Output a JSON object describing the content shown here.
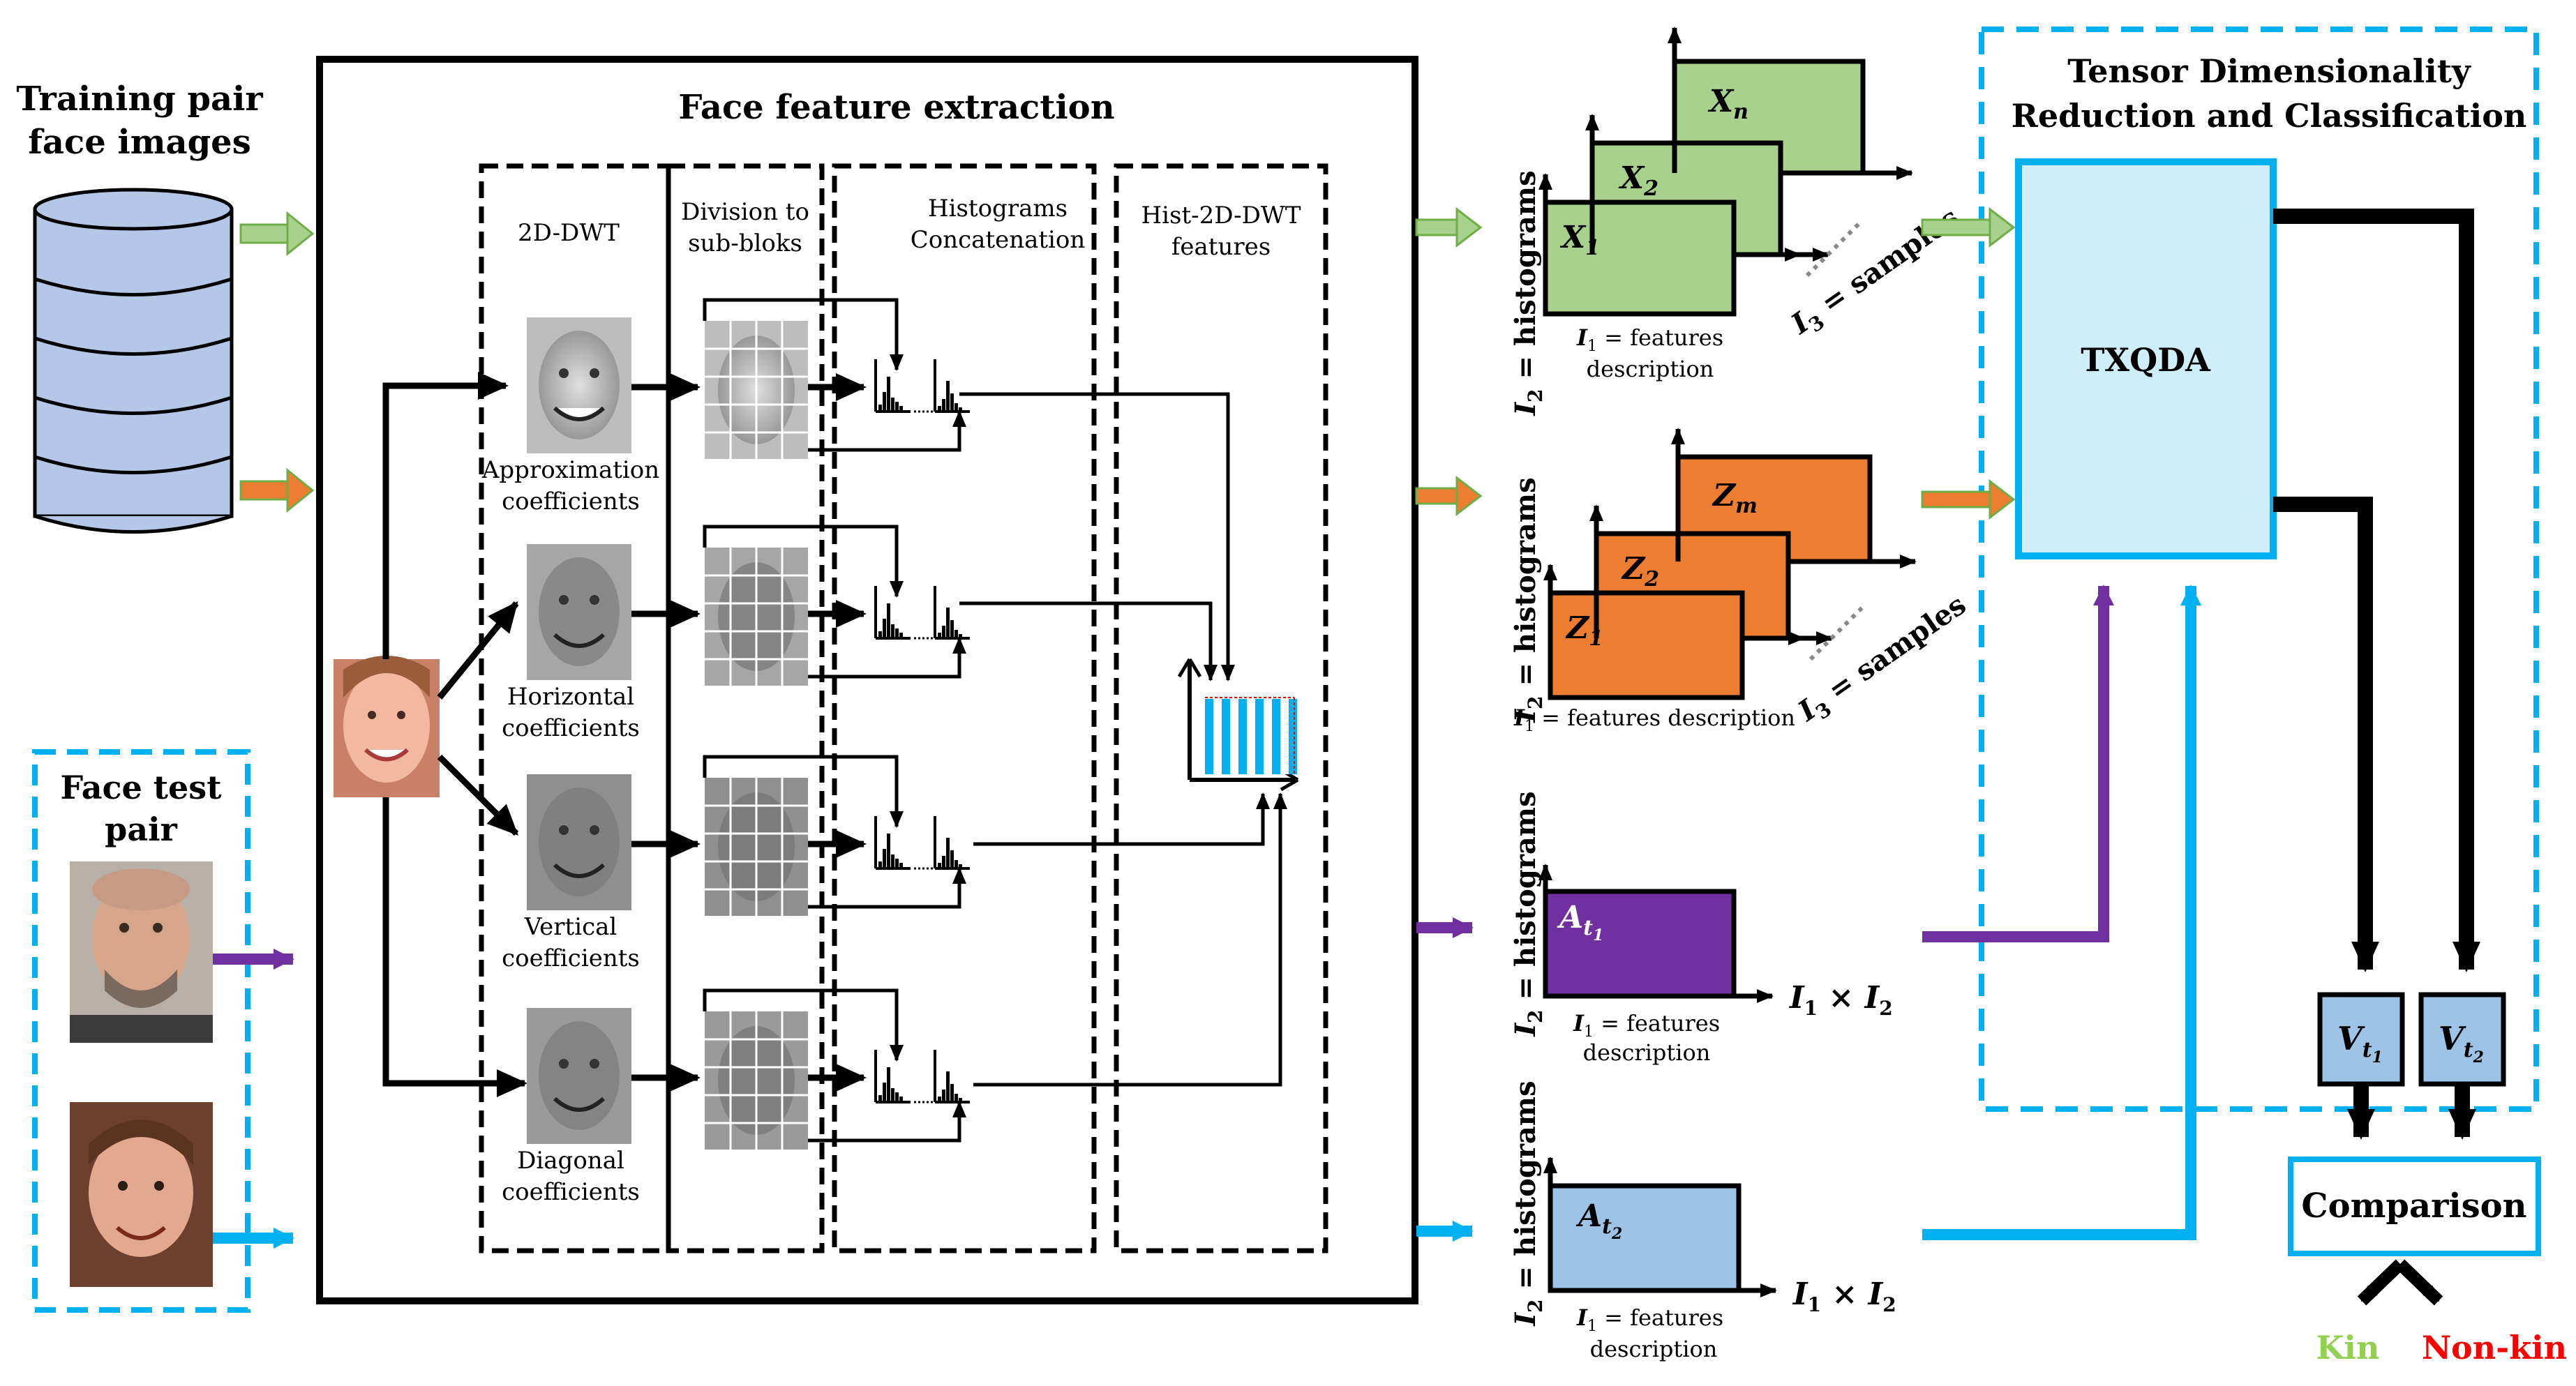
{
  "training": {
    "title_line1": "Training pair",
    "title_line2": "face images"
  },
  "test": {
    "title_line1": "Face test",
    "title_line2": "pair"
  },
  "extraction": {
    "title": "Face feature extraction",
    "col_dwt": "2D-DWT",
    "col_division_line1": "Division to",
    "col_division_line2": "sub-bloks",
    "col_hist_line1": "Histograms",
    "col_hist_line2": "Concatenation",
    "col_feat_line1": "Hist-2D-DWT",
    "col_feat_line2": "features",
    "coefficients": [
      {
        "line1": "Approximation",
        "line2": "coefficients"
      },
      {
        "line1": "Horizontal",
        "line2": "coefficients"
      },
      {
        "line1": "Vertical",
        "line2": "coefficients"
      },
      {
        "line1": "Diagonal",
        "line2": "coefficients"
      }
    ]
  },
  "tensors": {
    "i2_label": "I",
    "i2_sub": "2",
    "i2_text": " = histograms",
    "i1_label": "I",
    "i1_sub": "1",
    "i1_text": " = features",
    "i1_text2": "description",
    "i1_full": " = features  description",
    "i3_label": "I",
    "i3_sub": "3",
    "i3_text": " = samples",
    "product_a": "I",
    "product_a_sub": "1",
    "product_times": " × ",
    "product_b": "I",
    "product_b_sub": "2",
    "training_green": {
      "x1": "X",
      "x1_sub": "1",
      "x2": "X",
      "x2_sub": "2",
      "xn": "X",
      "xn_sub": "n"
    },
    "training_orange": {
      "z1": "Z",
      "z1_sub": "1",
      "z2": "Z",
      "z2_sub": "2",
      "zm": "Z",
      "zm_sub": "m"
    },
    "test_purple": {
      "a": "A",
      "a_sub": "t",
      "a_subsub": "1"
    },
    "test_blue": {
      "a": "A",
      "a_sub": "t",
      "a_subsub": "2"
    }
  },
  "classifier": {
    "title_line1": "Tensor Dimensionality",
    "title_line2": "Reduction and Classification",
    "model": "TXQDA",
    "v1": "V",
    "v1_sub": "t",
    "v1_subsub": "1",
    "v2": "V",
    "v2_sub": "t",
    "v2_subsub": "2",
    "comparison": "Comparison",
    "kin": "Kin",
    "nonkin": "Non-kin"
  },
  "colors": {
    "green": "#a9d18e",
    "green_arrow": "#70ad47",
    "orange": "#ed7d31",
    "purple": "#7030a0",
    "light_blue": "#bdd7ee",
    "cyan": "#00b0f0",
    "classifier_fill": "#cfeefb",
    "kin": "#92d050",
    "nonkin": "#ff0000",
    "db_fill": "#b4c7e7"
  }
}
